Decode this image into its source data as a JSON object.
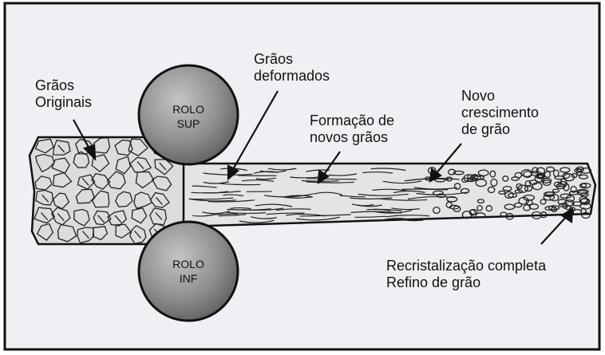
{
  "labels": {
    "original_grains": [
      "Grãos",
      "Originais"
    ],
    "deformed_grains": [
      "Grãos",
      "deformados"
    ],
    "new_grain_formation": [
      "Formação de",
      "novos grãos"
    ],
    "new_grain_growth": [
      "Novo",
      "crescimento",
      "de grão"
    ],
    "complete_recrystallization": [
      "Recristalização completa",
      "Refino de grão"
    ]
  },
  "rolls": {
    "upper": [
      "ROLO",
      "SUP"
    ],
    "lower": [
      "ROLO",
      "INF"
    ]
  },
  "colors": {
    "panel_background": "#eef0f3",
    "roll_fill": "#8f8f8f",
    "strip_fill": "#e2e2e2",
    "outline": "#111111"
  }
}
